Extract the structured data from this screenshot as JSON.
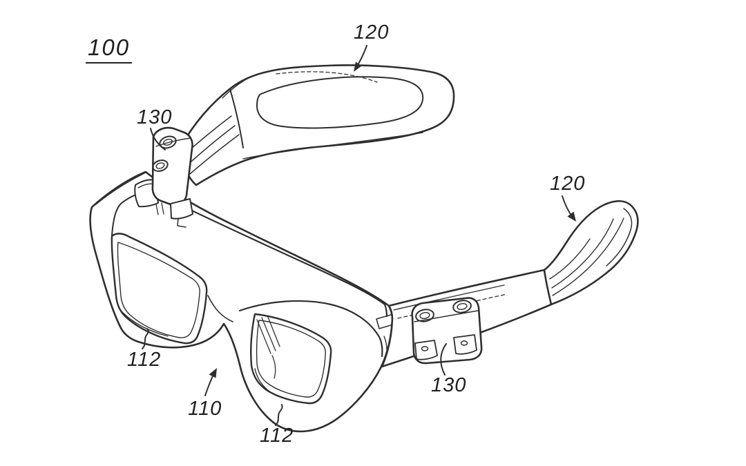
{
  "figure": {
    "kind": "patent-line-drawing",
    "subject": "Smart glasses — perspective view",
    "background_color": "#ffffff",
    "line_color": "#2e2e2e",
    "labels": {
      "assembly": "100",
      "frame": "110",
      "lens_left": "112",
      "lens_right": "112",
      "temple_left": "120",
      "temple_right": "120",
      "hinge_left": "130",
      "hinge_right": "130"
    }
  }
}
